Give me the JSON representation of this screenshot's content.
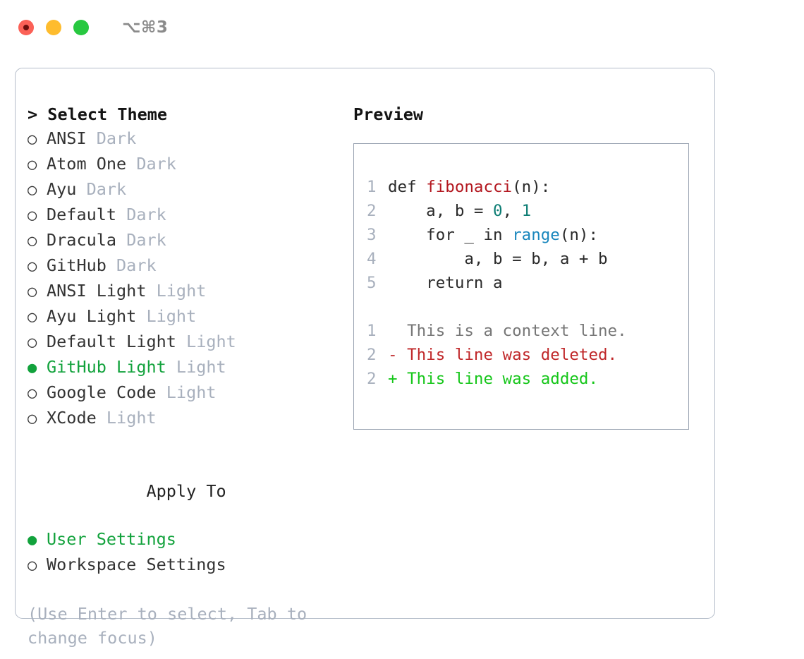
{
  "titlebar": {
    "shortcut": "⌥⌘3",
    "buttons": [
      {
        "name": "close",
        "color": "#fb6157"
      },
      {
        "name": "minimize",
        "color": "#febc2e"
      },
      {
        "name": "maximize",
        "color": "#28c840"
      }
    ]
  },
  "colors": {
    "selected_green": "#12a23c",
    "muted": "#a8b0bd",
    "panel_border": "#b4bcc9",
    "preview_border": "#97a1b0",
    "diff_add": "#16c61a",
    "diff_del": "#c0282a",
    "syntax_function": "#b3171f",
    "syntax_number": "#0d7d74",
    "syntax_call": "#1a87bd"
  },
  "theme_section": {
    "prefix": "> ",
    "title": "Select Theme",
    "focused": true,
    "items": [
      {
        "marker": "○",
        "label": "ANSI",
        "suffix": " Dark",
        "selected": false
      },
      {
        "marker": "○",
        "label": "Atom One",
        "suffix": " Dark",
        "selected": false
      },
      {
        "marker": "○",
        "label": "Ayu",
        "suffix": " Dark",
        "selected": false
      },
      {
        "marker": "○",
        "label": "Default",
        "suffix": " Dark",
        "selected": false
      },
      {
        "marker": "○",
        "label": "Dracula",
        "suffix": " Dark",
        "selected": false
      },
      {
        "marker": "○",
        "label": "GitHub",
        "suffix": " Dark",
        "selected": false
      },
      {
        "marker": "○",
        "label": "ANSI Light",
        "suffix": " Light",
        "selected": false
      },
      {
        "marker": "○",
        "label": "Ayu Light",
        "suffix": " Light",
        "selected": false
      },
      {
        "marker": "○",
        "label": "Default Light",
        "suffix": " Light",
        "selected": false
      },
      {
        "marker": "●",
        "label": "GitHub Light",
        "suffix": " Light",
        "selected": true
      },
      {
        "marker": "○",
        "label": "Google Code",
        "suffix": " Light",
        "selected": false
      },
      {
        "marker": "○",
        "label": "XCode",
        "suffix": " Light",
        "selected": false
      }
    ]
  },
  "apply_section": {
    "title": "Apply To",
    "focused": false,
    "items": [
      {
        "marker": "●",
        "label": "User Settings",
        "suffix": "",
        "selected": true
      },
      {
        "marker": "○",
        "label": "Workspace Settings",
        "suffix": "",
        "selected": false
      }
    ]
  },
  "hint": "(Use Enter to select, Tab to change focus)",
  "preview": {
    "title": "Preview",
    "code_lines": [
      {
        "num": "1",
        "indent": "",
        "parts": [
          {
            "text": "def ",
            "type": "plain"
          },
          {
            "text": "fibonacci",
            "type": "function"
          },
          {
            "text": "(n):",
            "type": "plain"
          }
        ]
      },
      {
        "num": "2",
        "indent": "",
        "parts": [
          {
            "text": "    a, b = ",
            "type": "plain"
          },
          {
            "text": "0",
            "type": "number"
          },
          {
            "text": ", ",
            "type": "plain"
          },
          {
            "text": "1",
            "type": "number"
          }
        ]
      },
      {
        "num": "3",
        "indent": "",
        "parts": [
          {
            "text": "    for _ in ",
            "type": "plain"
          },
          {
            "text": "range",
            "type": "call"
          },
          {
            "text": "(n):",
            "type": "plain"
          }
        ]
      },
      {
        "num": "4",
        "indent": "",
        "parts": [
          {
            "text": "        a, b = b, a + b",
            "type": "plain"
          }
        ]
      },
      {
        "num": "5",
        "indent": "",
        "parts": [
          {
            "text": "    return a",
            "type": "plain"
          }
        ]
      }
    ],
    "diff_lines": [
      {
        "num": "1",
        "kind": "context",
        "text": "  This is a context line."
      },
      {
        "num": "2",
        "kind": "del",
        "text": "- This line was deleted."
      },
      {
        "num": "2",
        "kind": "add",
        "text": "+ This line was added."
      }
    ]
  }
}
